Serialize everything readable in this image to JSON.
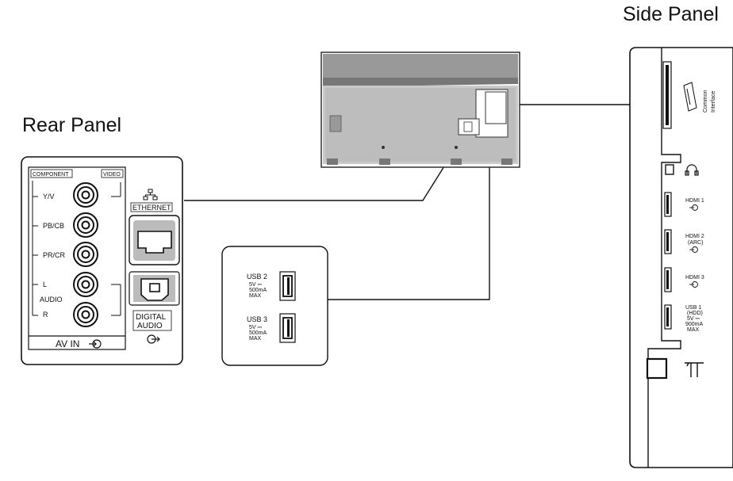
{
  "titles": {
    "rear": "Rear Panel",
    "side": "Side Panel"
  },
  "rear": {
    "component": "COMPONENT",
    "video": "VIDEO",
    "jacks": [
      "Y/V",
      "PB/CB",
      "PR/CR",
      "L",
      "R"
    ],
    "audio": "AUDIO",
    "av_in": "AV IN",
    "ethernet": "ETHERNET",
    "digital_audio": [
      "DIGITAL",
      "AUDIO"
    ]
  },
  "usb_box": {
    "usb2": {
      "name": "USB 2",
      "spec": [
        "5V ⎓",
        "500mA",
        "MAX"
      ]
    },
    "usb3": {
      "name": "USB 3",
      "spec": [
        "5V ⎓",
        "500mA",
        "MAX"
      ]
    }
  },
  "side": {
    "common_interface": [
      "Common",
      "Interface"
    ],
    "hdmi1": "HDMI 1",
    "hdmi2": [
      "HDMI 2",
      "(ARC)"
    ],
    "hdmi3": "HDMI 3",
    "usb1": [
      "USB 1",
      "(HDD)",
      "5V ⎓",
      "900mA",
      "MAX"
    ]
  }
}
